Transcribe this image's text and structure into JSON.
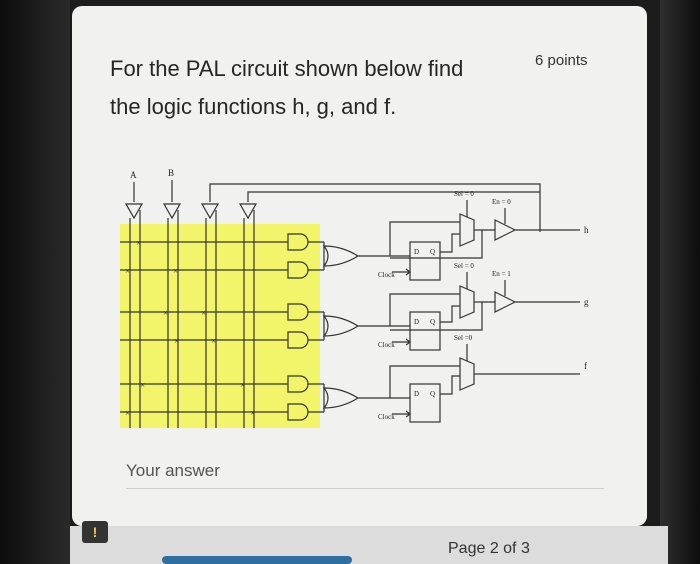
{
  "question": {
    "title": "For the PAL circuit shown below find the logic functions h, g, and f.",
    "points": "6 points"
  },
  "diagram": {
    "inputs": [
      "A",
      "B"
    ],
    "outputs": [
      "h",
      "g",
      "f"
    ],
    "clock_label": "Clock",
    "ff_d": "D",
    "ff_q": "Q",
    "mux_labels": [
      "Sel = 0",
      "Sel = 0",
      "Sel =0"
    ],
    "buffer_labels": [
      "En = 0",
      "En = 1"
    ],
    "highlight_color": "#f2f56a"
  },
  "answer": {
    "label": "Your answer"
  },
  "footer": {
    "page_indicator": "Page 2 of 3"
  },
  "colors": {
    "card": "#f1f1f0",
    "progress": "#2f6fa0"
  }
}
